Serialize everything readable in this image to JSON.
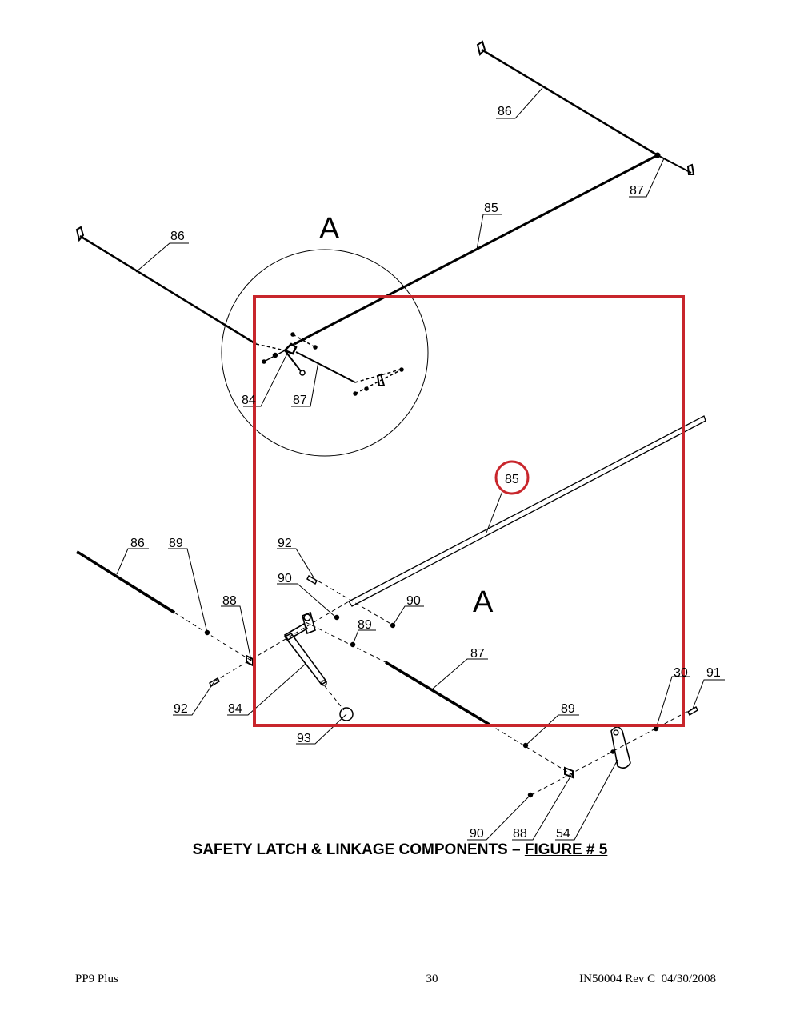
{
  "view": {
    "detail_letter": "A"
  },
  "callouts": {
    "c86_top": "86",
    "c87_top": "87",
    "c85_top": "85",
    "c86_left": "86",
    "c84_detail": "84",
    "c87_detail": "87",
    "c85_highlight": "85",
    "c86_low": "86",
    "c89_low": "89",
    "c92_upper": "92",
    "c90_upper": "90",
    "c88_left": "88",
    "c90_mid": "90",
    "c89_mid": "89",
    "c87_low": "87",
    "c30": "30",
    "c91": "91",
    "c92_lower": "92",
    "c84_low": "84",
    "c89_right": "89",
    "c93": "93",
    "c90_bottom": "90",
    "c88_bottom": "88",
    "c54": "54"
  },
  "caption": {
    "main": "SAFETY LATCH & LINKAGE COMPONENTS – ",
    "figure_ref": "FIGURE # 5"
  },
  "footer": {
    "left": "PP9 Plus",
    "center": "30",
    "right": "IN50004 Rev C  04/30/2008"
  },
  "colors": {
    "line": "#000000",
    "highlight": "#c8262c"
  }
}
